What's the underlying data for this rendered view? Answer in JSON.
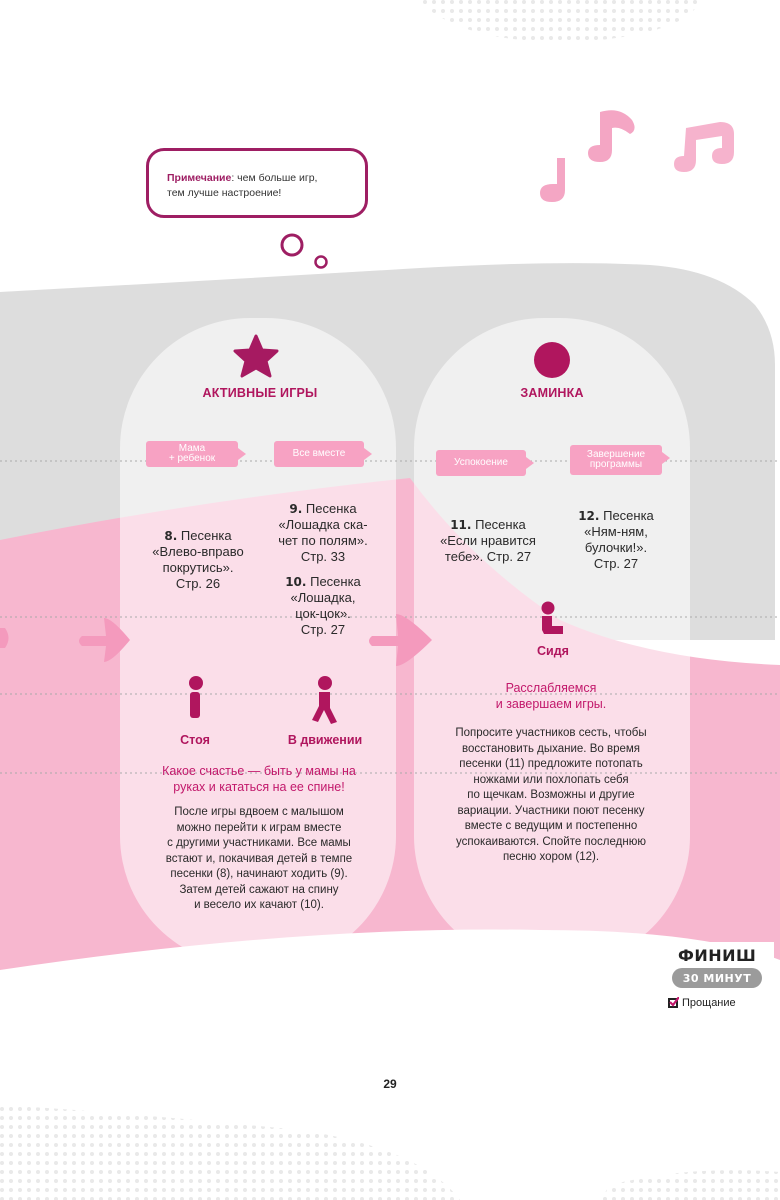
{
  "note": {
    "label": "Примечание",
    "text": ": чем больше игр,",
    "text2": "тем лучше настроение!"
  },
  "stages": [
    {
      "title": "АКТИВНЫЕ ИГРЫ",
      "icon": "star-icon",
      "tags": [
        {
          "line1": "Мама",
          "line2": "+ ребенок"
        },
        {
          "line1": "Все вместе",
          "line2": ""
        }
      ],
      "songs_col1": {
        "num": "8.",
        "lines": [
          "Песенка",
          "«Влево-вправо",
          "покрутись».",
          "Стр. 26"
        ]
      },
      "songs_col2a": {
        "num": "9.",
        "lines": [
          "Песенка",
          "«Лошадка ска-",
          "чет по полям».",
          "Стр. 33"
        ]
      },
      "songs_col2b": {
        "num": "10.",
        "lines": [
          "Песенка",
          "«Лошадка,",
          "цок-цок».",
          "Стр. 27"
        ]
      },
      "positions": [
        {
          "label": "Стоя",
          "icon": "standing-figure-icon"
        },
        {
          "label": "В движении",
          "icon": "walking-figure-icon"
        }
      ],
      "headline": [
        "Какое счастье — быть у мамы на",
        "руках и кататься на ее спине!"
      ],
      "body": [
        "После игры вдвоем с малышом",
        "можно перейти к играм вместе",
        "с другими участниками. Все мамы",
        "встают и, покачивая детей в темпе",
        "песенки (8), начинают ходить (9).",
        "Затем детей сажают на спину",
        "и весело их качают (10)."
      ]
    },
    {
      "title": "ЗАМИНКА",
      "icon": "circle-icon",
      "tags": [
        {
          "line1": "Успокоение",
          "line2": ""
        },
        {
          "line1": "Завершение",
          "line2": "программы"
        }
      ],
      "songs_col1": {
        "num": "11.",
        "lines": [
          "Песенка",
          "«Если нравится",
          "тебе». Стр. 27"
        ]
      },
      "songs_col2": {
        "num": "12.",
        "lines": [
          "Песенка",
          "«Ням-ням,",
          "булочки!».",
          "Стр. 27"
        ]
      },
      "positions": [
        {
          "label": "Сидя",
          "icon": "sitting-figure-icon"
        }
      ],
      "headline": [
        "Расслабляемся",
        "и завершаем игры."
      ],
      "body": [
        "Попросите участников сесть, чтобы",
        "восстановить дыхание. Во время",
        "песенки (11) предложите потопать",
        "ножками или похлопать себя",
        "по щечкам. Возможны и другие",
        "вариации. Участники поют песенку",
        "вместе с ведущим и постепенно",
        "успокаиваются. Спойте последнюю",
        "песню хором (12)."
      ]
    }
  ],
  "finish": {
    "title": "ФИНИШ",
    "duration": "30 МИНУТ",
    "item": "Прощание"
  },
  "page_number": "29",
  "colors": {
    "accent": "#b0165e",
    "pink": "#f7a2c3",
    "grey": "#dcdcdc"
  }
}
